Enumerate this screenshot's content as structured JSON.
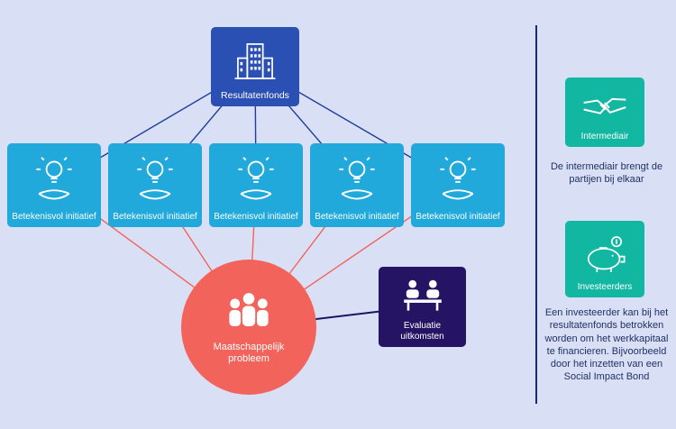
{
  "colors": {
    "background": "#d9e0f5",
    "fund_blue": "#2b50b4",
    "initiative_cyan": "#21a9dc",
    "problem_red": "#f2635c",
    "evaluation_navy": "#251463",
    "sidebar_teal": "#12b7a2",
    "connector_blue": "#1f3d99",
    "connector_red": "#f2635c",
    "connector_dark": "#1b1464",
    "divider": "#1b2a6b",
    "text_dark": "#203064"
  },
  "fund": {
    "label": "Resultatenfonds",
    "icon": "building-icon"
  },
  "initiatives": [
    {
      "label": "Betekenisvol initiatief",
      "icon": "lightbulb-hand-icon"
    },
    {
      "label": "Betekenisvol initiatief",
      "icon": "lightbulb-hand-icon"
    },
    {
      "label": "Betekenisvol initiatief",
      "icon": "lightbulb-hand-icon"
    },
    {
      "label": "Betekenisvol initiatief",
      "icon": "lightbulb-hand-icon"
    },
    {
      "label": "Betekenisvol initiatief",
      "icon": "lightbulb-hand-icon"
    }
  ],
  "problem": {
    "line1": "Maatschappelijk",
    "line2": "probleem",
    "icon": "people-group-icon"
  },
  "evaluation": {
    "label": "Evaluatie uitkomsten",
    "icon": "meeting-icon"
  },
  "sidebar": {
    "intermediary": {
      "label": "Intermediair",
      "icon": "handshake-icon",
      "description": "De intermediair brengt de partijen bij elkaar"
    },
    "investors": {
      "label": "Investeerders",
      "icon": "piggy-bank-icon",
      "description": "Een investeerder kan bij het resultatenfonds betrokken worden om het werkkapitaal te financieren. Bijvoorbeeld door het inzetten van een Social Impact Bond"
    }
  }
}
